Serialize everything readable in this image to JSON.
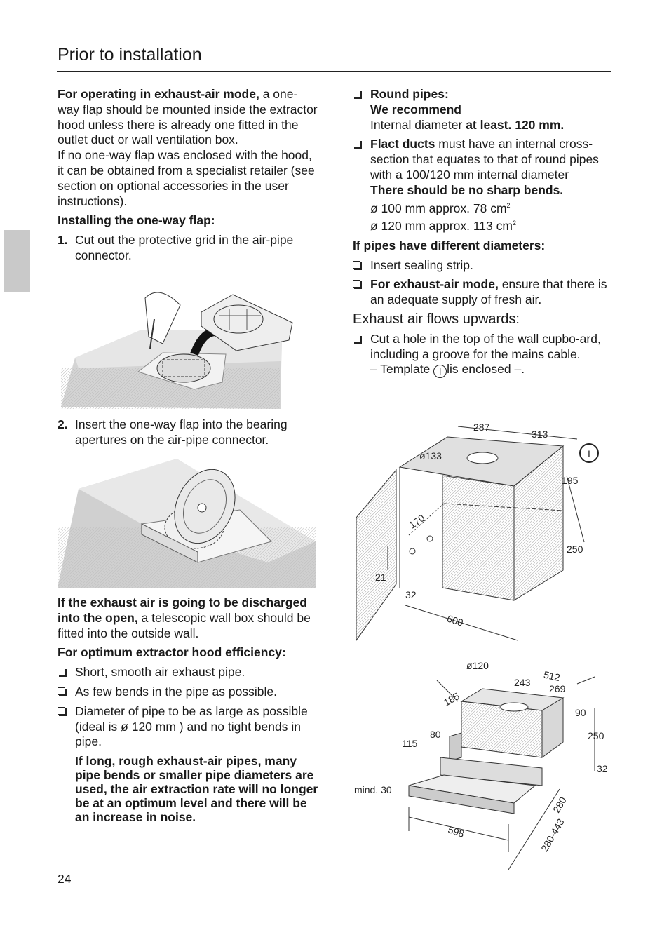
{
  "header": {
    "title": "Prior to installation"
  },
  "left": {
    "p1_bold": "For operating in exhaust-air mode,",
    "p1_rest": " a one-way flap should be mounted inside the extractor hood unless there is already one fitted in the outlet duct or wall ventilation box.",
    "p2": "If no one-way flap was enclosed with the hood, it can be obtained from a specialist retailer (see section on optional accessories in the user instructions).",
    "install_heading": "Installing the one-way flap:",
    "step1_num": "1.",
    "step1": "Cut out the protective grid in the air-pipe connector.",
    "step2_num": "2.",
    "step2": "Insert the one-way flap into the bearing apertures on the air-pipe connector.",
    "open_bold": "If the exhaust air is going to be discharged into the open,",
    "open_rest": " a telescopic wall box should be fitted into the outside wall.",
    "optimum_heading": "For optimum extractor hood efficiency:",
    "bullets": [
      "Short, smooth air exhaust pipe.",
      "As few bends in the pipe as possible.",
      "Diameter of pipe to be as large as possible (ideal is ø 120 mm ) and no tight bends in pipe."
    ],
    "warning": "If long, rough exhaust-air pipes, many pipe bends or smaller pipe diameters are used, the air extraction rate will no longer be at an optimum level and there will be an increase in noise."
  },
  "right": {
    "round_title": "Round pipes:",
    "round_rec": "We recommend",
    "round_text": "Internal diameter ",
    "round_bold": "at least. 120 mm.",
    "flact_bold": "Flact ducts",
    "flact_rest": " must have an internal cross-section that equates to that of round pipes with a 100/120 mm internal diameter",
    "no_bends": "There should be no sharp bends.",
    "d100": "ø 100 mm approx.   78 cm",
    "d120": "ø 120 mm approx. 113 cm",
    "sq": "2",
    "diff_heading": "If pipes have different diameters:",
    "seal": "Insert sealing strip.",
    "exh_bold": "For exhaust-air mode,",
    "exh_rest": " ensure that there is an adequate supply of fresh air.",
    "upwards_heading": "Exhaust air flows upwards:",
    "cut_hole": "Cut a hole in the top of the wall cupbo-ard, including a groove for the mains cable.",
    "template_pre": "– Template ",
    "template_icon": "I",
    "template_post": "lis enclosed –."
  },
  "cupboard_dims": {
    "d287": "287",
    "d313": "313",
    "d133": "ø133",
    "d195": "195",
    "d170": "170",
    "d250": "250",
    "d21": "21",
    "d32": "32",
    "d600": "600",
    "marker": "I"
  },
  "hood_dims": {
    "d120": "ø120",
    "d512": "512",
    "d243": "243",
    "d269": "269",
    "d185": "185",
    "d90": "90",
    "d80": "80",
    "d115": "115",
    "d250": "250",
    "d32": "32",
    "mind": "mind. 30",
    "d280": "280",
    "d280_443": "280-443",
    "d598": "598"
  },
  "footer": {
    "page": "24"
  }
}
